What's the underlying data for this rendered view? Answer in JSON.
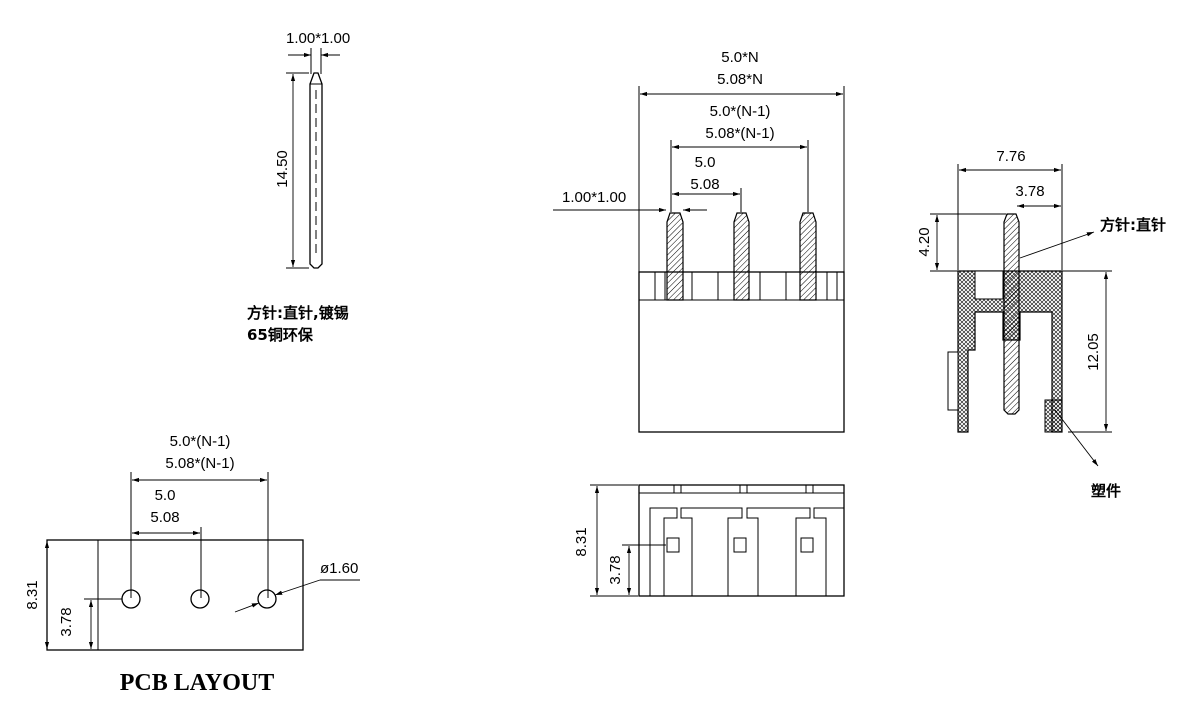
{
  "pin_view": {
    "pin_size": "1.00*1.00",
    "length": "14.50",
    "note_line1": "方针:直针,镀锡",
    "note_line2": "65铜环保"
  },
  "front_view": {
    "overall_a": "5.0*N",
    "overall_b": "5.08*N",
    "span_a": "5.0*(N-1)",
    "span_b": "5.08*(N-1)",
    "pitch_a": "5.0",
    "pitch_b": "5.08",
    "pin_size": "1.00*1.00"
  },
  "side_view": {
    "width": "7.76",
    "offset": "3.78",
    "pin_height": "4.20",
    "body_height": "12.05",
    "pin_label": "方针:直针",
    "plastic_label": "塑件"
  },
  "bottom_view": {
    "depth": "8.31",
    "offset": "3.78"
  },
  "pcb_layout": {
    "span_a": "5.0*(N-1)",
    "span_b": "5.08*(N-1)",
    "pitch_a": "5.0",
    "pitch_b": "5.08",
    "hole_dia": "ø1.60",
    "depth": "8.31",
    "offset": "3.78",
    "title": "PCB LAYOUT"
  }
}
